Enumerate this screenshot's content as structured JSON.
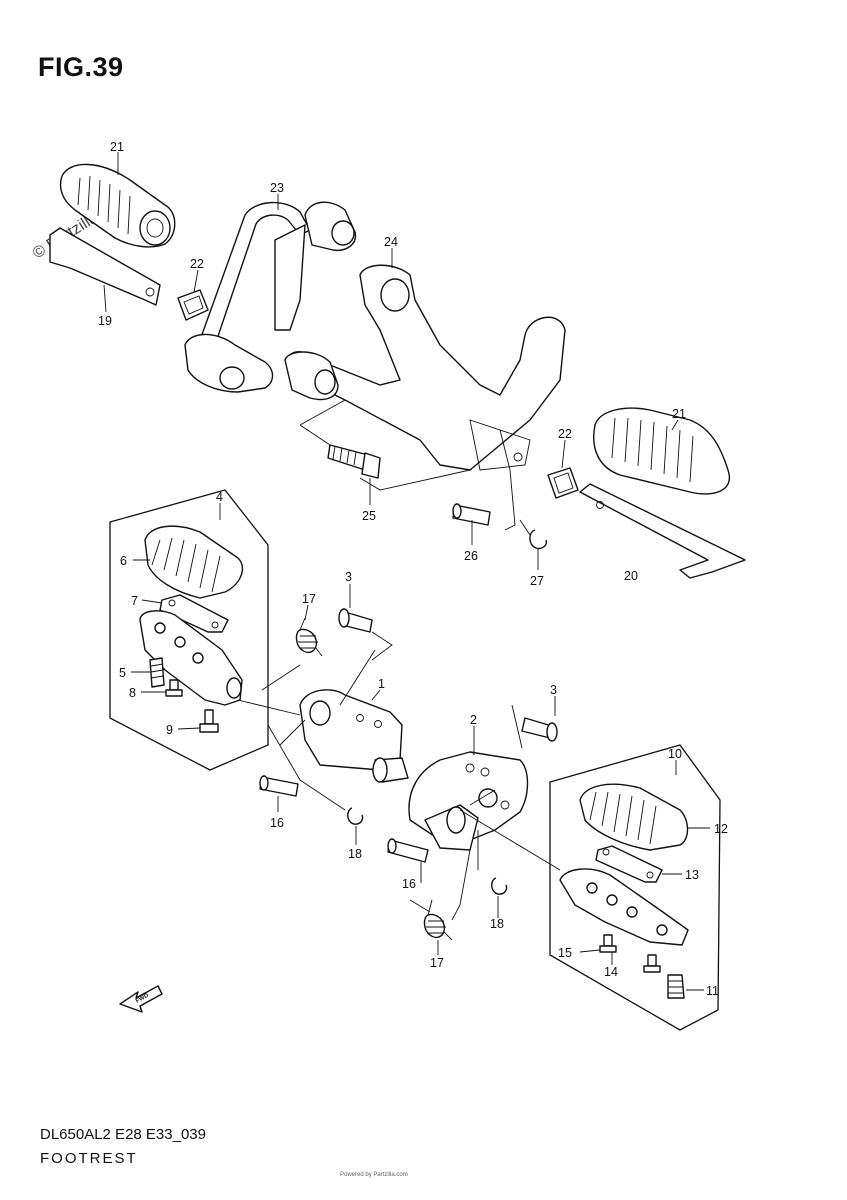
{
  "figure": {
    "title": "FIG.39",
    "footer_code": "DL650AL2 E28 E33_039",
    "footer_name": "FOOTREST",
    "footer_small": "Powered by Partzilla.com"
  },
  "watermark": "© Partzilla.com",
  "fwd_label": "FWD",
  "callouts": [
    {
      "id": "21a",
      "text": "21"
    },
    {
      "id": "23",
      "text": "23"
    },
    {
      "id": "24",
      "text": "24"
    },
    {
      "id": "22a",
      "text": "22"
    },
    {
      "id": "19",
      "text": "19"
    },
    {
      "id": "22b",
      "text": "22"
    },
    {
      "id": "21b",
      "text": "21"
    },
    {
      "id": "25",
      "text": "25"
    },
    {
      "id": "26",
      "text": "26"
    },
    {
      "id": "27",
      "text": "27"
    },
    {
      "id": "20",
      "text": "20"
    },
    {
      "id": "4",
      "text": "4"
    },
    {
      "id": "6",
      "text": "6"
    },
    {
      "id": "7",
      "text": "7"
    },
    {
      "id": "5",
      "text": "5"
    },
    {
      "id": "8",
      "text": "8"
    },
    {
      "id": "9",
      "text": "9"
    },
    {
      "id": "3a",
      "text": "3"
    },
    {
      "id": "17a",
      "text": "17"
    },
    {
      "id": "1",
      "text": "1"
    },
    {
      "id": "16a",
      "text": "16"
    },
    {
      "id": "18a",
      "text": "18"
    },
    {
      "id": "3b",
      "text": "3"
    },
    {
      "id": "2",
      "text": "2"
    },
    {
      "id": "16b",
      "text": "16"
    },
    {
      "id": "18b",
      "text": "18"
    },
    {
      "id": "17b",
      "text": "17"
    },
    {
      "id": "10",
      "text": "10"
    },
    {
      "id": "12",
      "text": "12"
    },
    {
      "id": "13",
      "text": "13"
    },
    {
      "id": "15",
      "text": "15"
    },
    {
      "id": "14",
      "text": "14"
    },
    {
      "id": "11",
      "text": "11"
    }
  ]
}
